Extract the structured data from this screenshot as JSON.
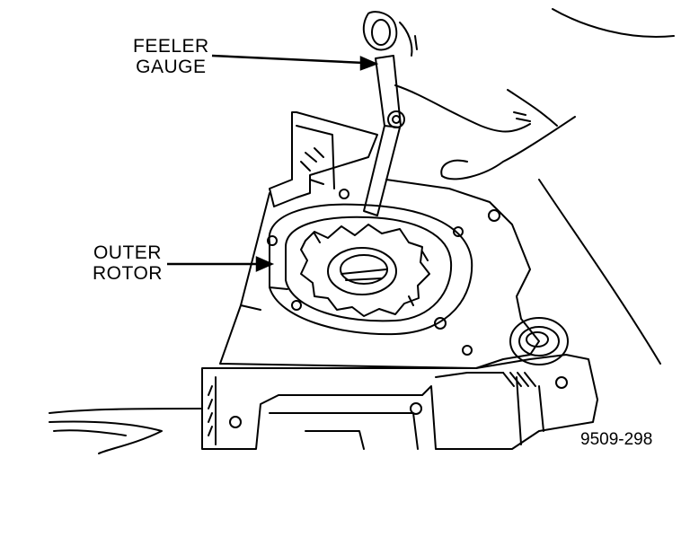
{
  "figure": {
    "callouts": {
      "feeler_gauge": [
        "FEELER",
        "GAUGE"
      ],
      "outer_rotor": [
        "OUTER",
        "ROTOR"
      ]
    },
    "figure_number": "9509-298"
  }
}
